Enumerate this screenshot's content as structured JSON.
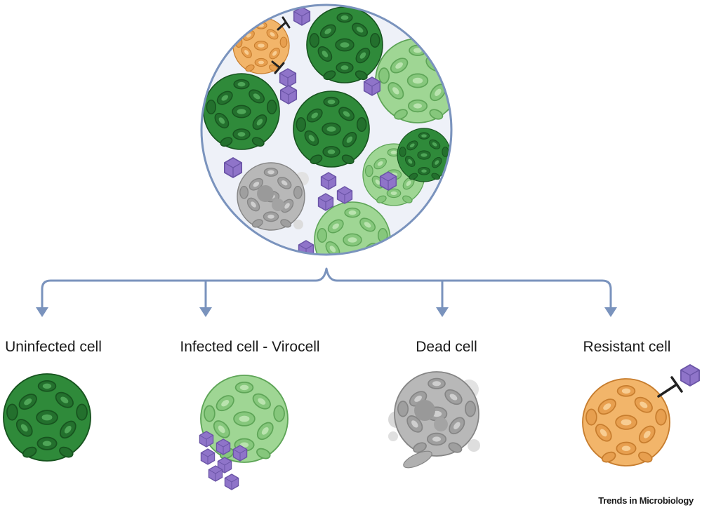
{
  "labels": {
    "uninfected": "Uninfected cell",
    "infected": "Infected cell - Virocell",
    "dead": "Dead cell",
    "resistant": "Resistant cell"
  },
  "credit": "Trends in Microbiology",
  "colors": {
    "uninfected": "#2f8a3a",
    "infected": "#8fcf84",
    "dead": "#b8b8b8",
    "resistant": "#f2b56a",
    "virus": "#8f74c9",
    "arrow": "#7a93bd",
    "population_bg": "#eef1f8"
  },
  "icons": [
    "coccolithophore-cell-icon",
    "virus-particle-icon",
    "inhibition-receptor-icon"
  ]
}
